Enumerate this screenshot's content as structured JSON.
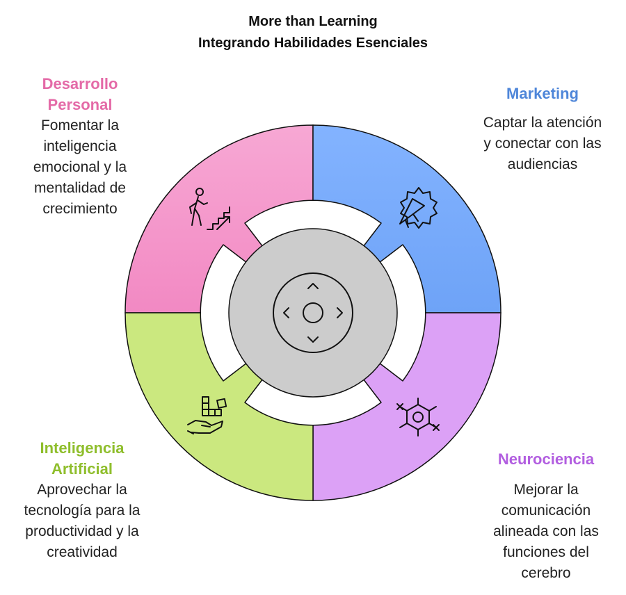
{
  "title": {
    "line1": "More than Learning",
    "line2": "Integrando Habilidades Esenciales"
  },
  "segments": {
    "personal": {
      "title_lines": [
        "Desarrollo",
        "Personal"
      ],
      "desc_lines": [
        "Fomentar la",
        "inteligencia",
        "emocional y la",
        "mentalidad de",
        "crecimiento"
      ],
      "color": "#e46aa7",
      "fill": "#f7a0d2",
      "icon": "person-climbing-stairs-icon"
    },
    "marketing": {
      "title_lines": [
        "Marketing"
      ],
      "desc_lines": [
        "Captar la atención",
        "y conectar con las",
        "audiencias"
      ],
      "color": "#4e86d9",
      "fill": "#7eafff",
      "icon": "megaphone-icon"
    },
    "ia": {
      "title_lines": [
        "Inteligencia",
        "Artificial"
      ],
      "desc_lines": [
        "Aprovechar la",
        "tecnología para la",
        "productividad y la",
        "creatividad"
      ],
      "color": "#8fbe2c",
      "fill": "#cbe87f",
      "icon": "hand-building-blocks-icon"
    },
    "neuro": {
      "title_lines": [
        "Neurociencia"
      ],
      "desc_lines": [
        "Mejorar la",
        "comunicación",
        "alineada con las",
        "funciones del",
        "cerebro"
      ],
      "color": "#b25ee0",
      "fill": "#dca1f6",
      "icon": "molecule-network-icon"
    }
  },
  "center": {
    "icon": "directional-pad-icon",
    "fill": "#cccccc"
  }
}
